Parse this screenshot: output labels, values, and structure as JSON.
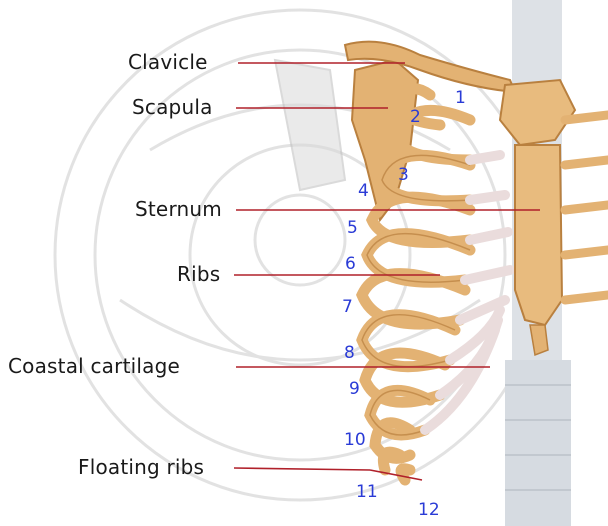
{
  "labels": {
    "clavicle": "Clavicle",
    "scapula": "Scapula",
    "sternum": "Sternum",
    "ribs": "Ribs",
    "costal_cartilage": "Coastal cartilage",
    "floating_ribs": "Floating ribs"
  },
  "rib_numbers": [
    "1",
    "2",
    "3",
    "4",
    "5",
    "6",
    "7",
    "8",
    "9",
    "10",
    "11",
    "12"
  ],
  "colors": {
    "bone": "#e3b273",
    "bone_dark": "#b9803f",
    "cartilage": "#eadcdc",
    "leader_line": "#b0202a",
    "number": "#2a3bd6",
    "spine": "#dde1e6",
    "watermark": "#d8d8d8"
  }
}
